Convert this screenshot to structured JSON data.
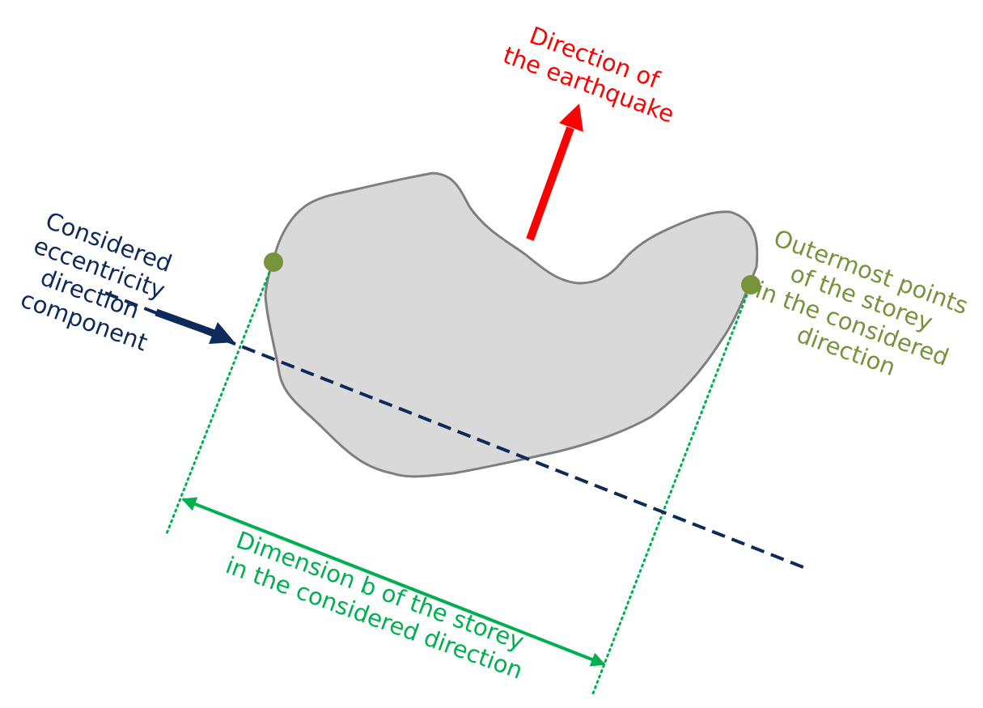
{
  "labels": {
    "earthquake": [
      "Direction of",
      "the earthquake"
    ],
    "eccentricity": [
      "Considered",
      "eccentricity",
      "direction",
      "component"
    ],
    "outermost": [
      "Outermost points",
      "of the storey",
      "in the considered",
      "direction"
    ],
    "dimension": [
      "Dimension b of the storey",
      "in the considered direction"
    ]
  },
  "colors": {
    "earthquake": "#ff0000",
    "eccentricity": "#0d2a5a",
    "outermost": "#77933c",
    "dimension": "#00b050",
    "shape_fill": "#d9d9d9",
    "shape_stroke": "#7f7f7f",
    "point_fill": "#77933c"
  }
}
